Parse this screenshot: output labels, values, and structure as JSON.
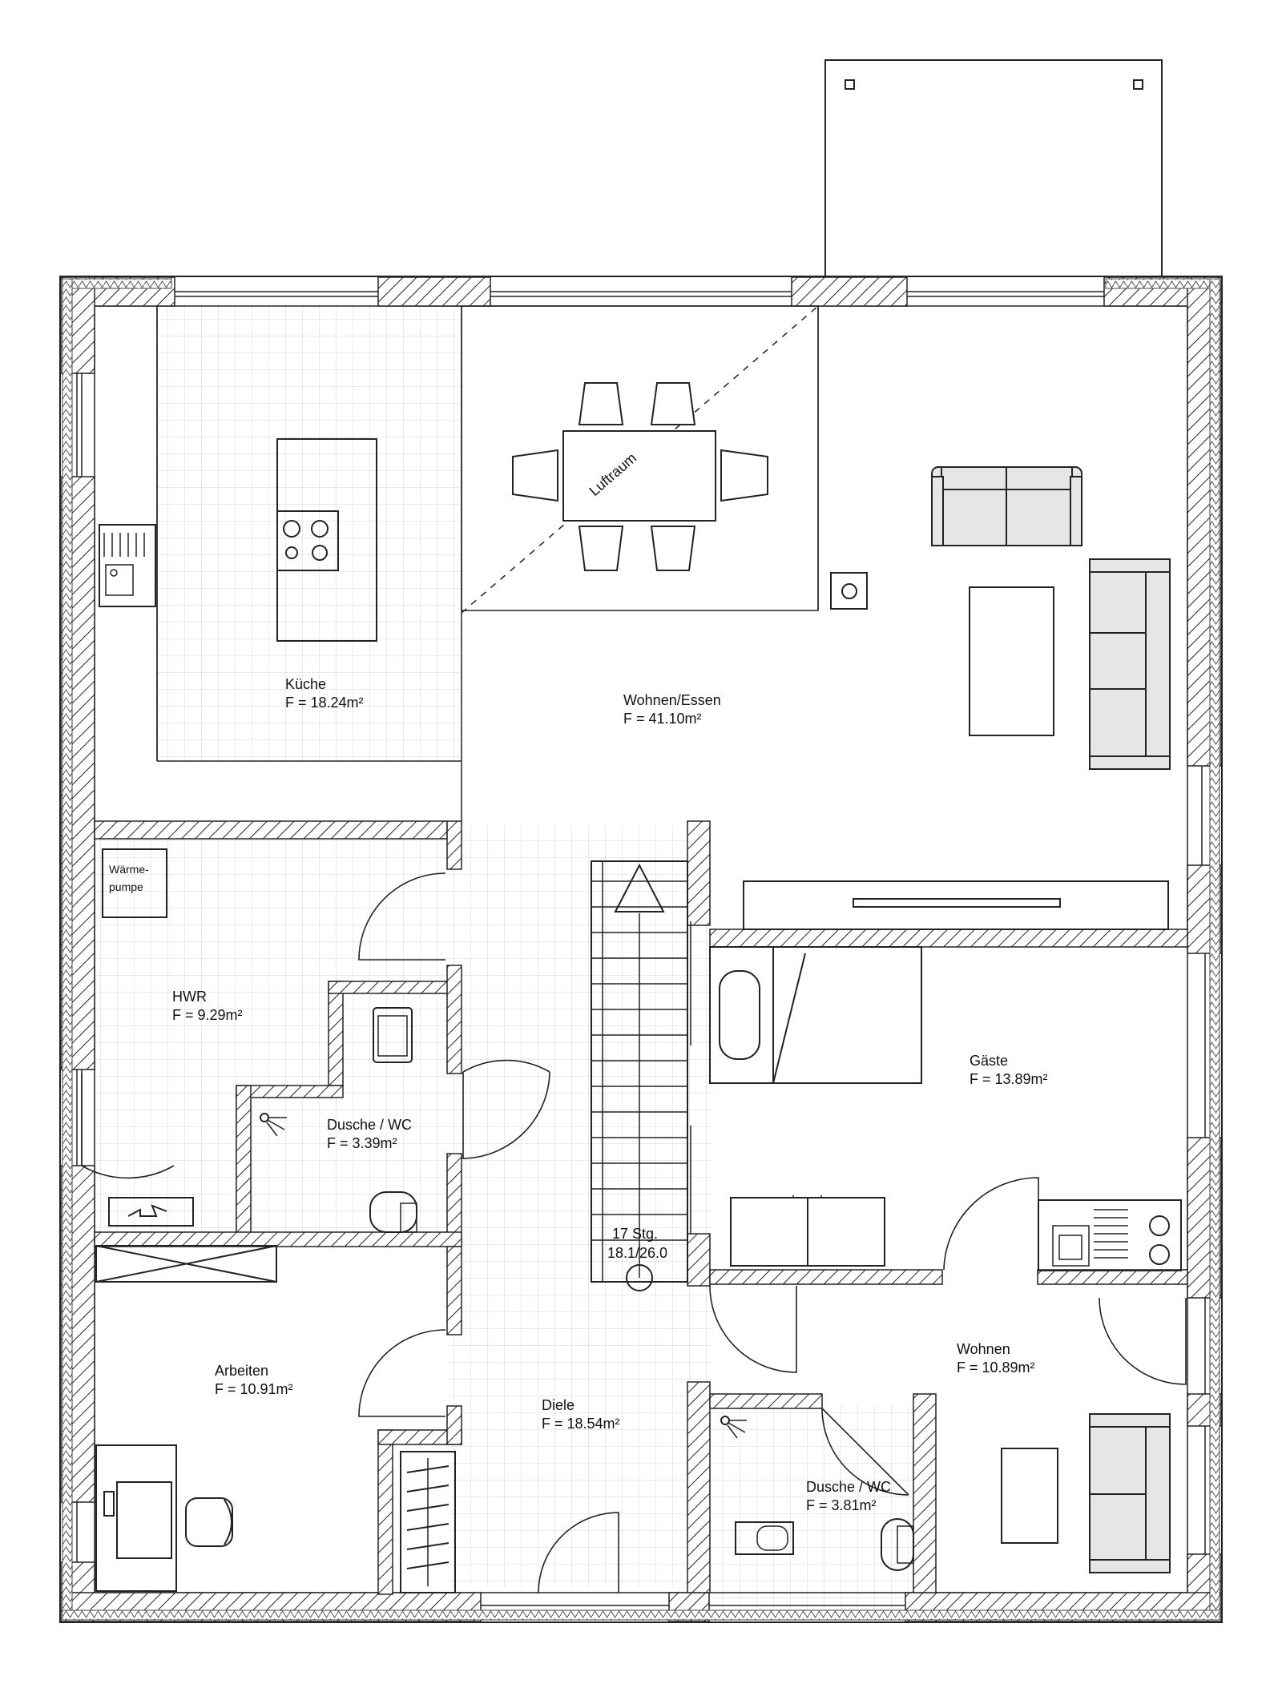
{
  "rooms": {
    "kueche": {
      "name": "Küche",
      "area": "F = 18.24m²"
    },
    "wohnen_essen": {
      "name": "Wohnen/Essen",
      "area": "F = 41.10m²"
    },
    "hwr": {
      "name": "HWR",
      "area": "F = 9.29m²"
    },
    "dusche_wc_1": {
      "name": "Dusche / WC",
      "area": "F = 3.39m²"
    },
    "gaeste": {
      "name": "Gäste",
      "area": "F = 13.89m²"
    },
    "arbeiten": {
      "name": "Arbeiten",
      "area": "F = 10.91m²"
    },
    "diele": {
      "name": "Diele",
      "area": "F = 18.54m²"
    },
    "wohnen": {
      "name": "Wohnen",
      "area": "F = 10.89m²"
    },
    "dusche_wc_2": {
      "name": "Dusche / WC",
      "area": "F = 3.81m²"
    }
  },
  "labels": {
    "luftraum": "Luftraum",
    "waermepumpe_1": "Wärme-",
    "waermepumpe_2": "pumpe",
    "stair_count": "17 Stg.",
    "stair_dims": "18.1/26.0"
  },
  "colors": {
    "line": "#222222",
    "tile": "#d8d8d8",
    "furniture_fill": "#e6e6e6"
  }
}
